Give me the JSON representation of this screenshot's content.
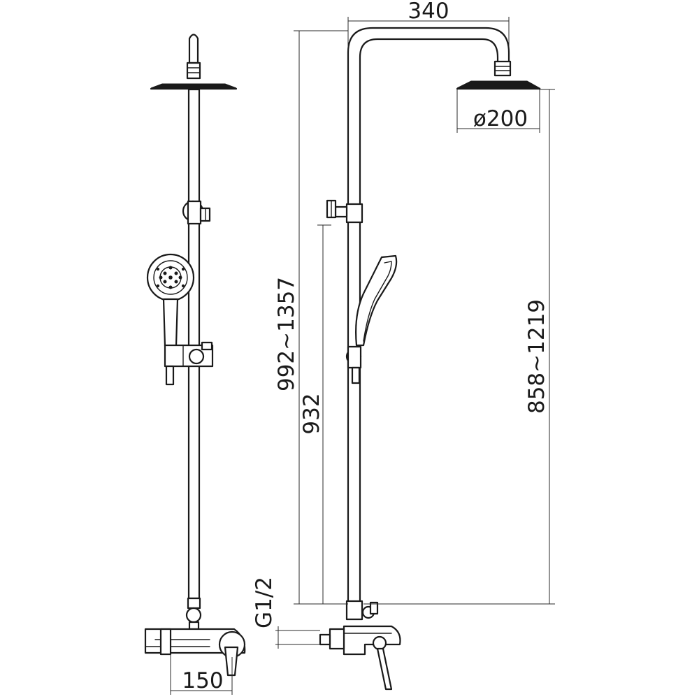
{
  "dimensions": {
    "top_arm_width": "340",
    "head_diameter": "ø200",
    "height_range_total": "992~1357",
    "rail_height": "932",
    "head_height_range": "858~1219",
    "inlet_thread": "G1/2",
    "inlet_spacing": "150"
  },
  "colors": {
    "line": "#1a1a1a",
    "background": "#ffffff"
  }
}
